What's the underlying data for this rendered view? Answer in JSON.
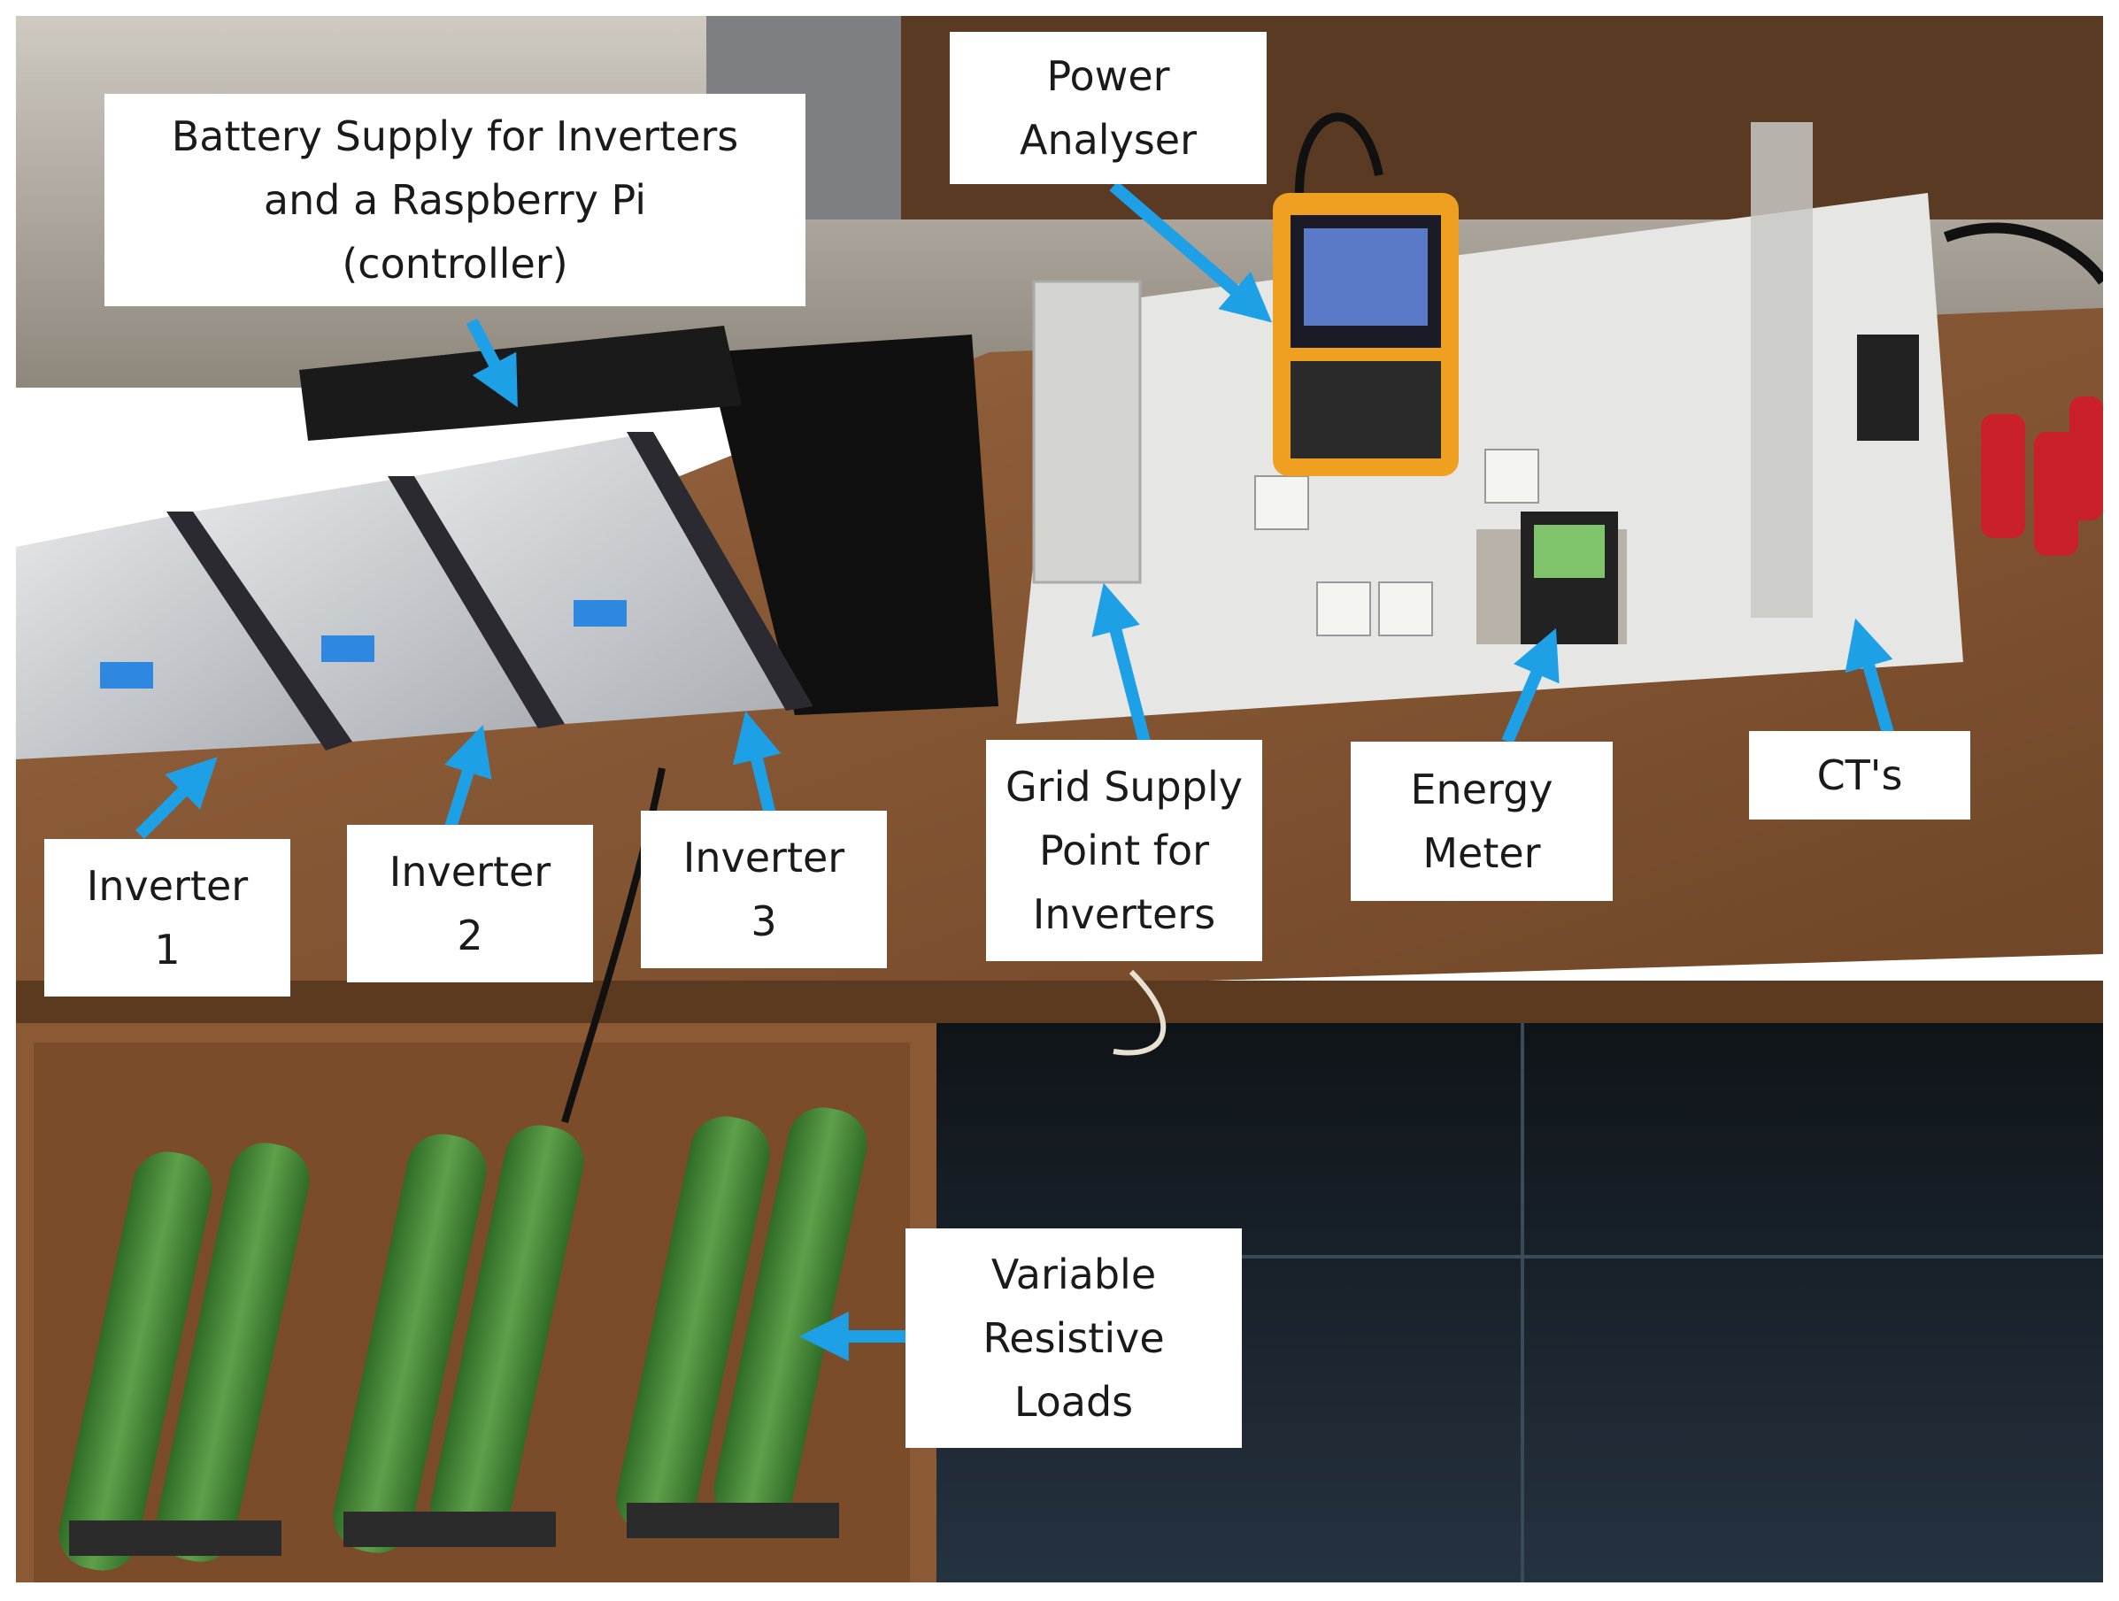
{
  "labels": {
    "battery": "Battery Supply for Inverters\nand a Raspberry Pi\n(controller)",
    "power_analyser": "Power\nAnalyser",
    "inverter1": "Inverter\n1",
    "inverter2": "Inverter\n2",
    "inverter3": "Inverter\n3",
    "grid_supply": "Grid Supply\nPoint for\nInverters",
    "energy_meter": "Energy\nMeter",
    "cts": "CT's",
    "loads": "Variable\nResistive\nLoads"
  },
  "colors": {
    "arrow": "#1ea0e6",
    "bench_wood": "#8a5a35",
    "floor": "#1c2630",
    "board": "#e8e8e8",
    "inverter_body": "#d6d9dc",
    "resistor": "#4b8a3c",
    "analyser_case": "#f0a020"
  }
}
